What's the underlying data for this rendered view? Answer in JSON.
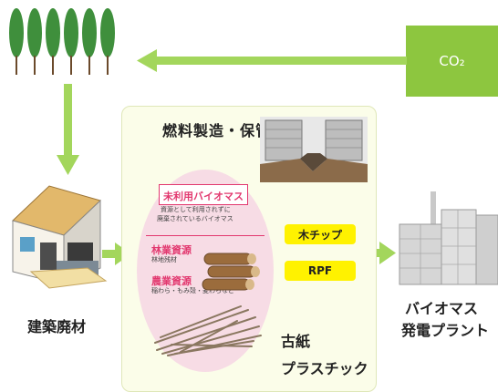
{
  "co2_label": "CO₂",
  "section_title": "燃料製造・保管",
  "building_label": "建築廃材",
  "biomass": {
    "heading": "未利用バイオマス",
    "desc_line1": "資源として利用されずに",
    "desc_line2": "廃棄されているバイオマス",
    "forest_heading": "林業資源",
    "forest_desc": "林地残材",
    "farm_heading": "農業資源",
    "farm_desc": "稲わら・もみ殻・麦わらなど"
  },
  "fuel_chips": [
    "木チップ",
    "RPF"
  ],
  "inputs": [
    "古紙",
    "プラスチック"
  ],
  "plant_label_line1": "バイオマス",
  "plant_label_line2": "発電プラント",
  "colors": {
    "arrow": "#a3d65c",
    "co2_box": "#8dc63f",
    "tree": "#3f8f3c",
    "chip": "#fff200",
    "accent_pink": "#e2386f"
  }
}
